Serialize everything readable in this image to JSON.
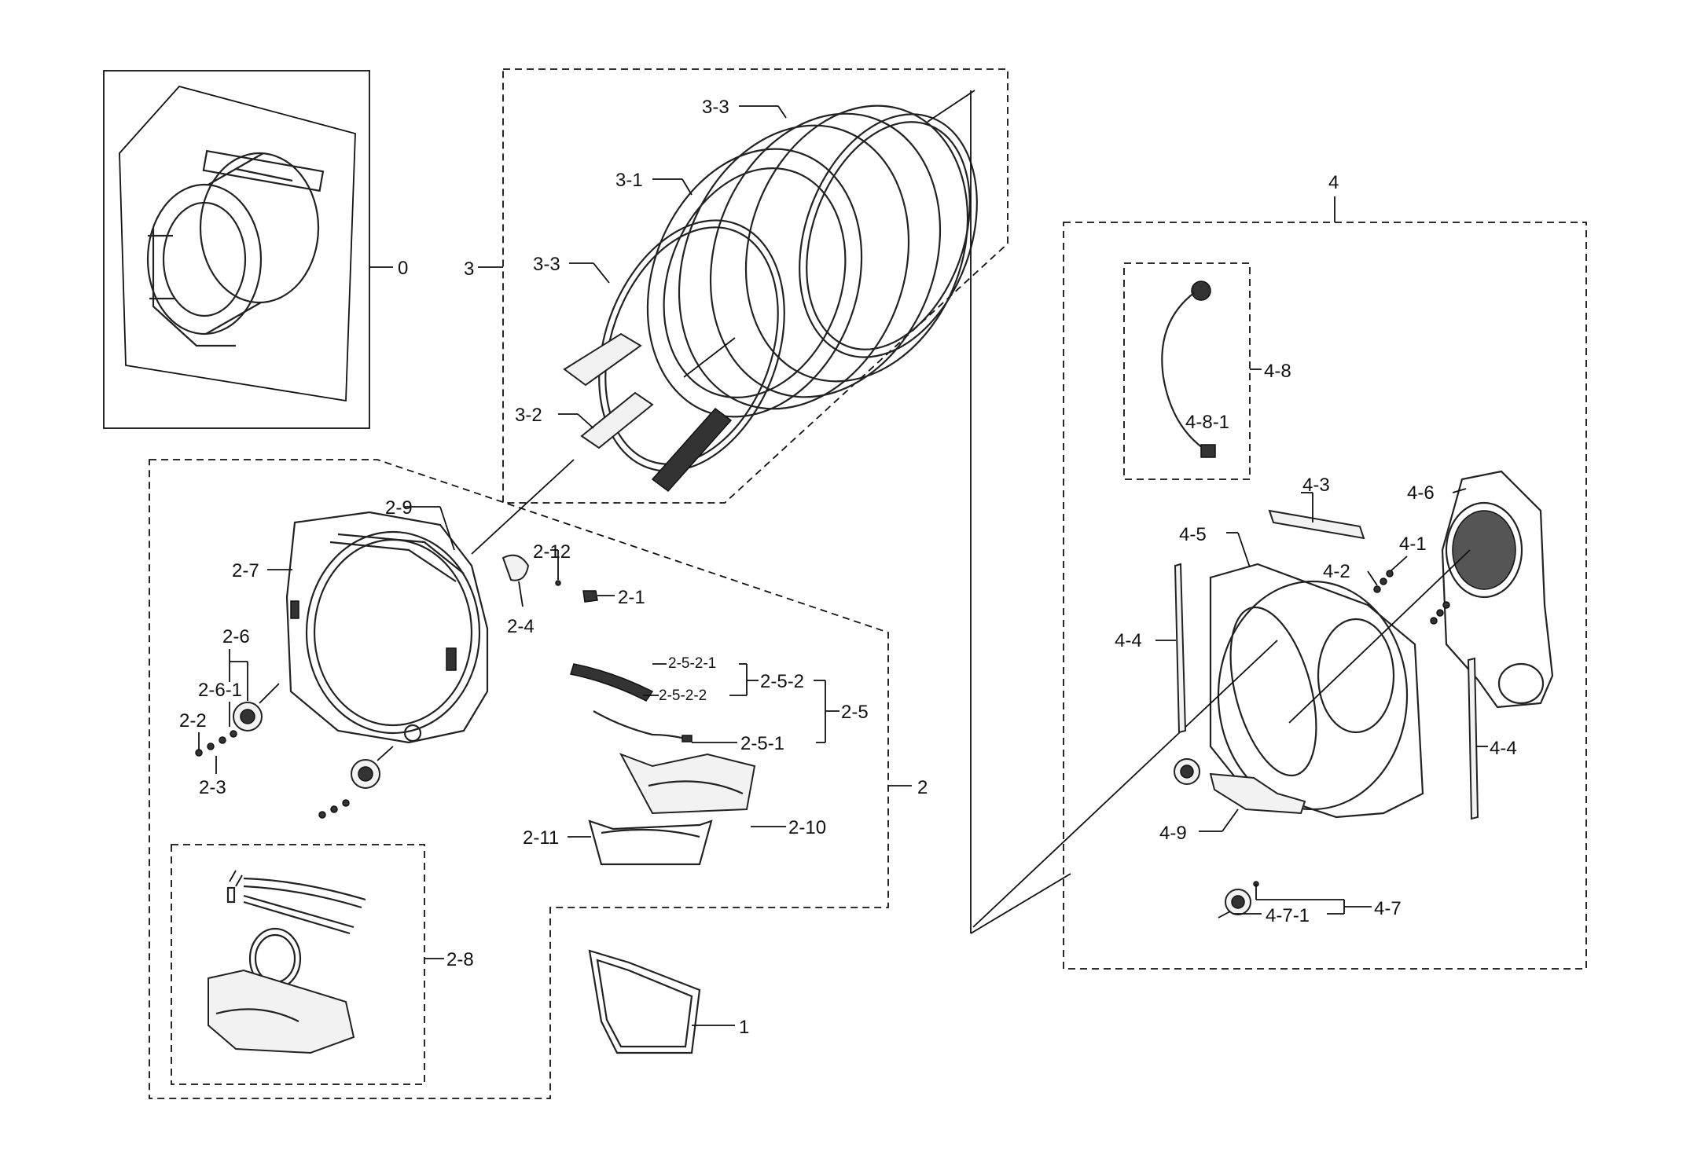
{
  "labels": {
    "l0": "0",
    "l1": "1",
    "l2": "2",
    "l2_1": "2-1",
    "l2_2": "2-2",
    "l2_3": "2-3",
    "l2_4": "2-4",
    "l2_5": "2-5",
    "l2_5_1": "2-5-1",
    "l2_5_2": "2-5-2",
    "l2_5_2_1": "2-5-2-1",
    "l2_5_2_2": "2-5-2-2",
    "l2_6": "2-6",
    "l2_6_1": "2-6-1",
    "l2_7": "2-7",
    "l2_8": "2-8",
    "l2_9": "2-9",
    "l2_10": "2-10",
    "l2_11": "2-11",
    "l2_12": "2-12",
    "l3": "3",
    "l3_1": "3-1",
    "l3_2": "3-2",
    "l3_3a": "3-3",
    "l3_3b": "3-3",
    "l4": "4",
    "l4_1": "4-1",
    "l4_2": "4-2",
    "l4_3": "4-3",
    "l4_4a": "4-4",
    "l4_4b": "4-4",
    "l4_5": "4-5",
    "l4_6": "4-6",
    "l4_7": "4-7",
    "l4_7_1": "4-7-1",
    "l4_8": "4-8",
    "l4_8_1": "4-8-1",
    "l4_9": "4-9"
  }
}
